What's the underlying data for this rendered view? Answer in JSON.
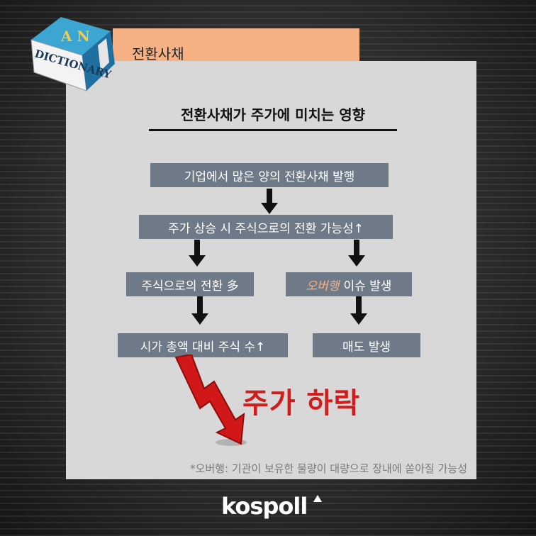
{
  "header": {
    "tab_label": "전환사채"
  },
  "book_icon": {
    "letters": "A N",
    "spine_text": "DICTIONARY"
  },
  "title": "전환사채가 주가에 미치는 영향",
  "flow": {
    "step1": "기업에서 많은 양의 전환사채 발행",
    "step2": "주가 상승 시 주식으로의 전환 가능성↑",
    "left1": "주식으로의 전환 多",
    "left2": "시가 총액 대비 주식 수↑",
    "right1_italic": "오버행",
    "right1_rest": "이슈 발생",
    "right2": "매도 발생"
  },
  "result": "주가 하락",
  "footnote": "*오버행: 기관이 보유한 물량이 대량으로 장내에 쏟아질 가능성",
  "brand": "kospoll",
  "colors": {
    "panel": "#d8d8d8",
    "tab": "#f5b183",
    "box": "#6f7a88",
    "crash": "#cf1c1c"
  }
}
